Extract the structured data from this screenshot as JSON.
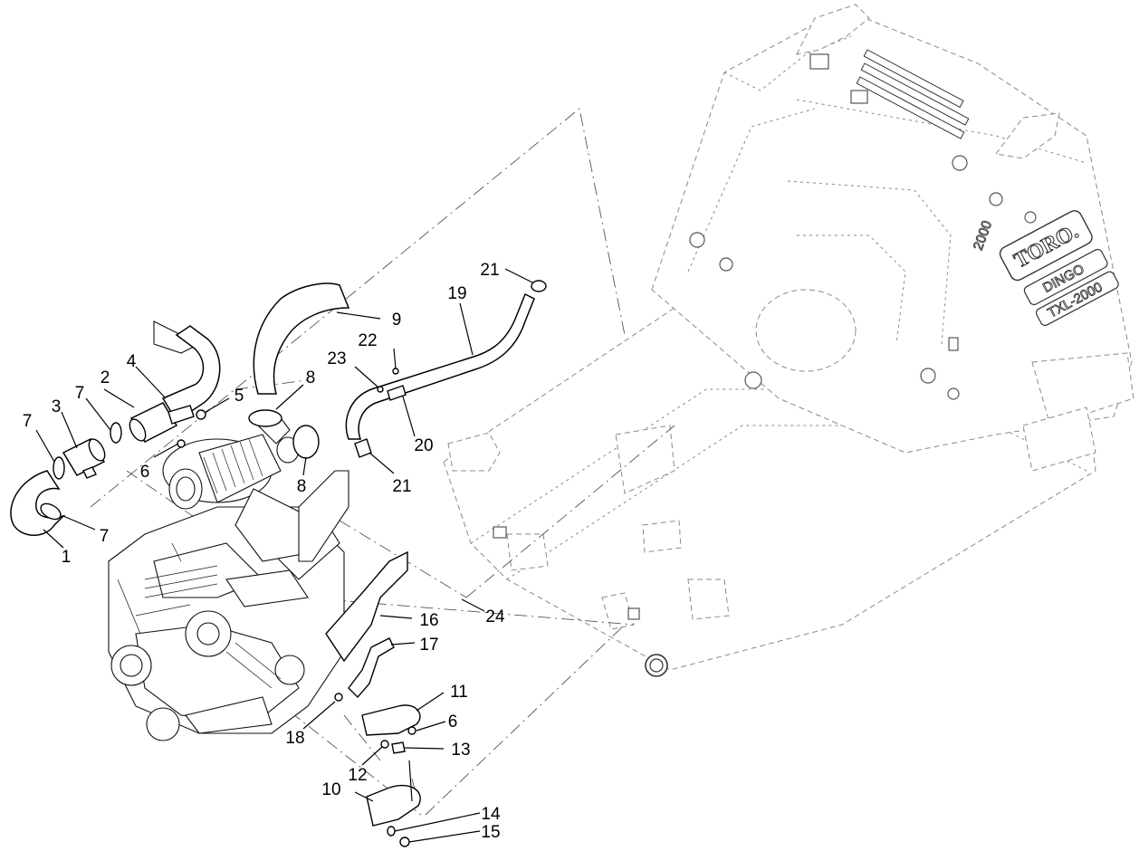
{
  "machine_label": {
    "brand": "TORO.",
    "model_name": "DINGO",
    "model_number": "TXL-2000",
    "side_number": "2000"
  },
  "callouts": [
    {
      "id": "c1",
      "text": "1"
    },
    {
      "id": "c2",
      "text": "2"
    },
    {
      "id": "c3",
      "text": "3"
    },
    {
      "id": "c4",
      "text": "4"
    },
    {
      "id": "c5",
      "text": "5"
    },
    {
      "id": "c6a",
      "text": "6"
    },
    {
      "id": "c6b",
      "text": "6"
    },
    {
      "id": "c7a",
      "text": "7"
    },
    {
      "id": "c7b",
      "text": "7"
    },
    {
      "id": "c7c",
      "text": "7"
    },
    {
      "id": "c8a",
      "text": "8"
    },
    {
      "id": "c8b",
      "text": "8"
    },
    {
      "id": "c9",
      "text": "9"
    },
    {
      "id": "c10",
      "text": "10"
    },
    {
      "id": "c11",
      "text": "11"
    },
    {
      "id": "c12",
      "text": "12"
    },
    {
      "id": "c13",
      "text": "13"
    },
    {
      "id": "c14",
      "text": "14"
    },
    {
      "id": "c15",
      "text": "15"
    },
    {
      "id": "c16",
      "text": "16"
    },
    {
      "id": "c17",
      "text": "17"
    },
    {
      "id": "c18",
      "text": "18"
    },
    {
      "id": "c19",
      "text": "19"
    },
    {
      "id": "c20",
      "text": "20"
    },
    {
      "id": "c21a",
      "text": "21"
    },
    {
      "id": "c21b",
      "text": "21"
    },
    {
      "id": "c22",
      "text": "22"
    },
    {
      "id": "c23",
      "text": "23"
    },
    {
      "id": "c24",
      "text": "24"
    }
  ]
}
